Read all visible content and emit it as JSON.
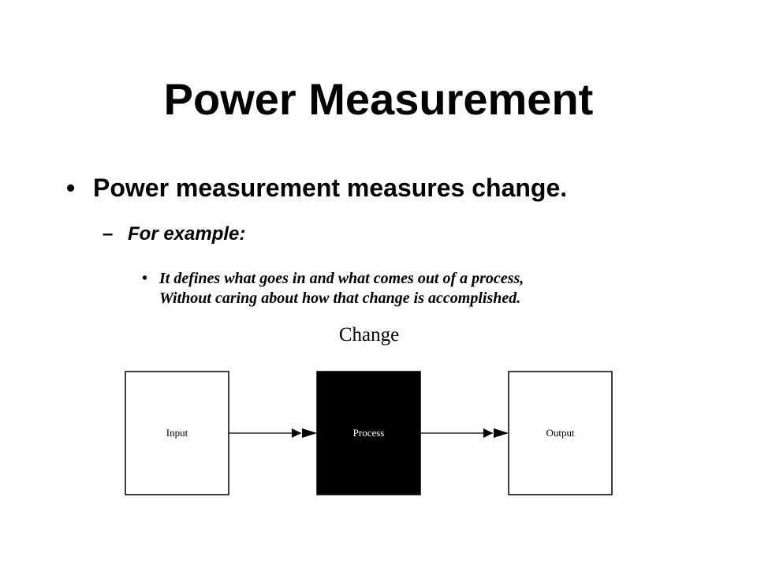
{
  "slide": {
    "title": "Power Measurement",
    "bullet_level1": "Power measurement measures change.",
    "bullet_level2": "For example:",
    "bullet_level3_lines": [
      "It defines what goes in and what comes out of a process,",
      "Without caring about how that change is accomplished."
    ],
    "bullet_marks": {
      "level1": "•",
      "level2": "–",
      "level3": "•"
    }
  },
  "diagram": {
    "title": "Change",
    "nodes": [
      {
        "id": "input",
        "label": "Input",
        "fill": "#ffffff",
        "text_color": "#000000"
      },
      {
        "id": "process",
        "label": "Process",
        "fill": "#000000",
        "text_color": "#ffffff"
      },
      {
        "id": "output",
        "label": "Output",
        "fill": "#ffffff",
        "text_color": "#000000"
      }
    ],
    "edges": [
      {
        "from": "input",
        "to": "process"
      },
      {
        "from": "process",
        "to": "output"
      }
    ]
  }
}
